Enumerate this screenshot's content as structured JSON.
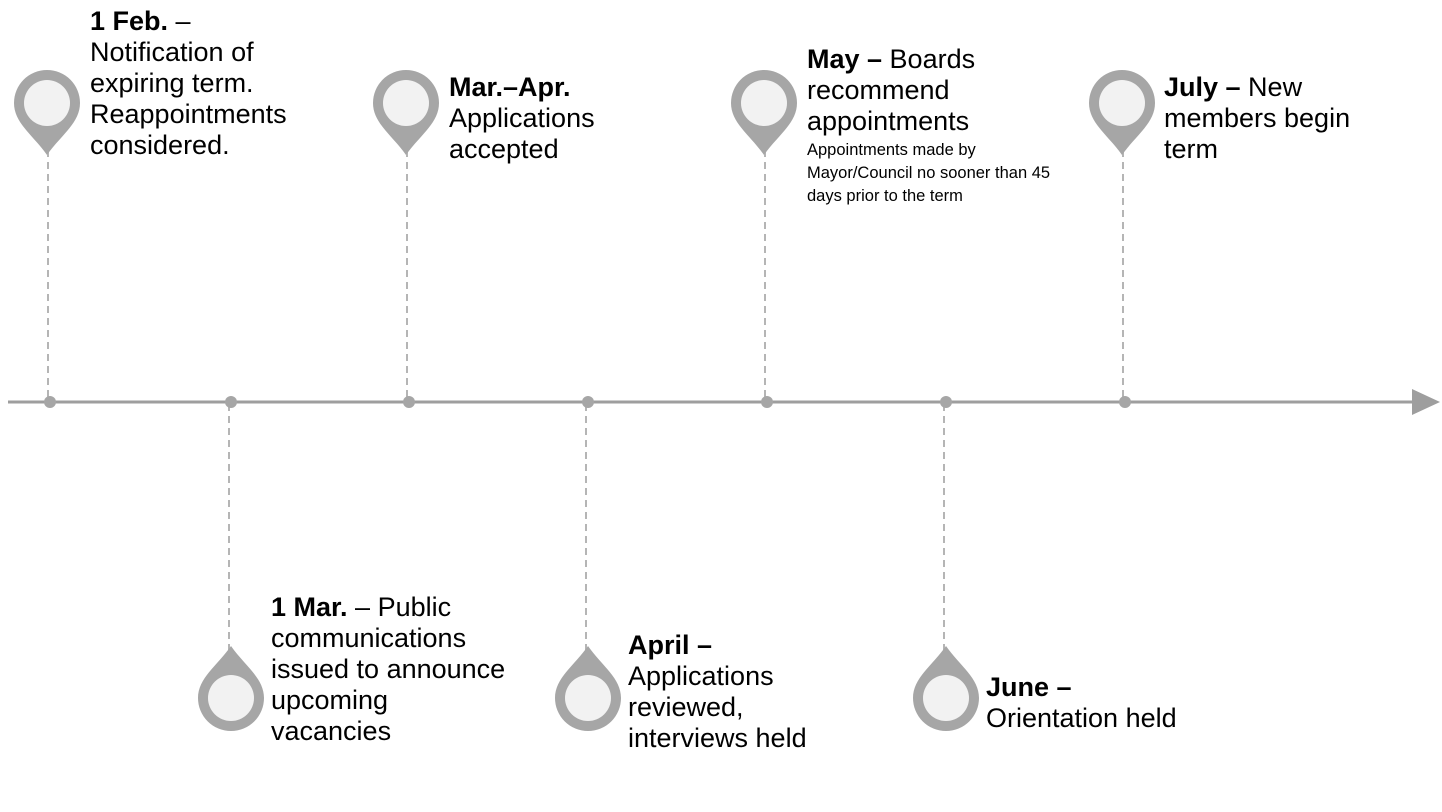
{
  "timeline": {
    "events": [
      {
        "id": "feb",
        "bold": "1 Feb.",
        "text": " –\nNotification of expiring term. Reappointments considered.",
        "note": ""
      },
      {
        "id": "mar1",
        "bold": "1 Mar.",
        "text": " – Public communications issued to announce upcoming vacancies",
        "note": ""
      },
      {
        "id": "marapr",
        "bold": "Mar.–Apr.",
        "text": "\nApplications accepted",
        "note": ""
      },
      {
        "id": "april",
        "bold": "April –",
        "text": "\nApplications reviewed, interviews held",
        "note": ""
      },
      {
        "id": "may",
        "bold": "May –",
        "text": " Boards recommend appointments",
        "note": "Appointments made by Mayor/Council no sooner than 45 days prior to the term"
      },
      {
        "id": "june",
        "bold": "June –",
        "text": "\nOrientation held",
        "note": ""
      },
      {
        "id": "july",
        "bold": "July –",
        "text": " New members begin term",
        "note": ""
      }
    ]
  },
  "colors": {
    "line": "#9e9e9e",
    "pin": "#a6a6a6",
    "pin_inner": "#f2f2f2",
    "dash": "#b5b5b5",
    "text": "#000000"
  }
}
